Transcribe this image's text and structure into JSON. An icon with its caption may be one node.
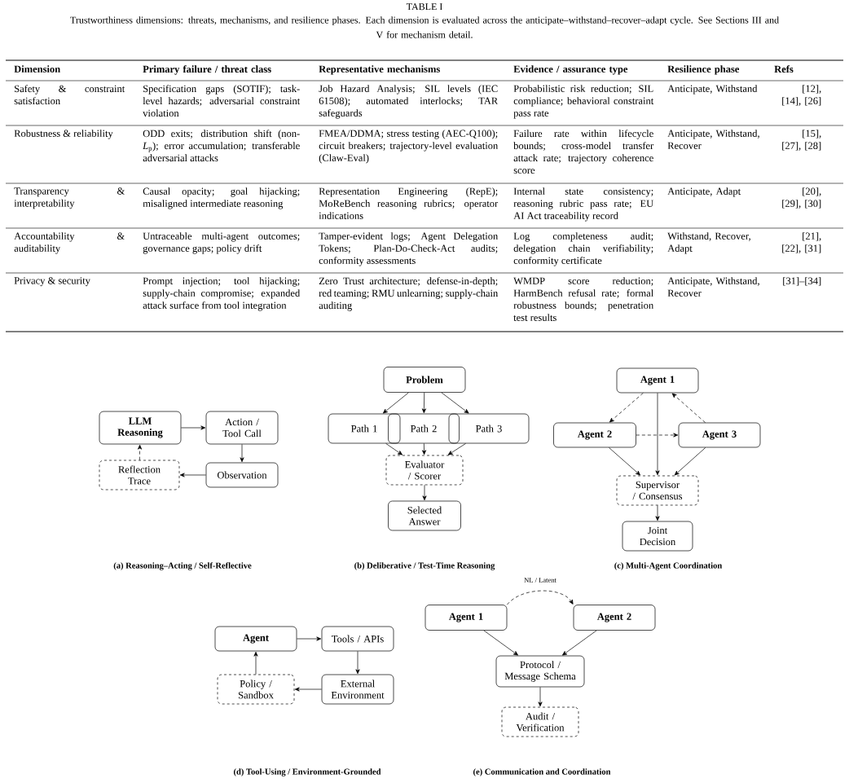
{
  "diagram": {
    "title": "TABLE I",
    "caption": "Trustworthiness dimensions: threats, mechanisms, and resilience phases. Each dimension is evaluated across the anticipate–withstand–recover–adapt cycle. See Sections III and V for mechanism detail.",
    "nodes": [
      {
        "text": [
          "LLM Reasoning"
        ]
      },
      {
        "text": [
          "Action / Tool Call"
        ]
      },
      {
        "text": [
          "Observation"
        ]
      },
      {
        "text": [
          "Reflection Trace"
        ]
      },
      {
        "text": [
          "Problem"
        ]
      },
      {
        "text": [
          "Path 1"
        ]
      },
      {
        "text": [
          "Path 2"
        ]
      },
      {
        "text": [
          "Path 3"
        ]
      },
      {
        "text": [
          "Evaluator / Scorer"
        ]
      },
      {
        "text": [
          "Selected Answer"
        ]
      },
      {
        "text": [
          "Agent 1"
        ]
      },
      {
        "text": [
          "Agent 2"
        ]
      },
      {
        "text": [
          "Agent 3"
        ]
      },
      {
        "text": [
          "Supervisor / Consensus"
        ]
      },
      {
        "text": [
          "Joint Decision"
        ]
      },
      {
        "text": [
          "Agent"
        ]
      },
      {
        "text": [
          "Tools / APIs"
        ]
      },
      {
        "text": [
          "Policy / Sandbox"
        ]
      },
      {
        "text": [
          "External Environment"
        ]
      },
      {
        "text": [
          "Agent 1"
        ]
      },
      {
        "text": [
          "Agent 2"
        ]
      },
      {
        "text": [
          "Protocol / Message Schema"
        ]
      },
      {
        "text": [
          "Audit / Verification"
        ]
      }
    ],
    "edges": [
      {
        "from": 0,
        "to": 1,
        "arrow": "to"
      },
      {
        "from": 1,
        "to": 2,
        "arrow": "to"
      },
      {
        "from": 2,
        "to": 3,
        "arrow": "to"
      },
      {
        "from": 3,
        "to": 0,
        "arrow": "to",
        "style": "dashed"
      },
      {
        "from": 4,
        "to": 5,
        "arrow": "to"
      },
      {
        "from": 4,
        "to": 6,
        "arrow": "to"
      },
      {
        "from": 4,
        "to": 7,
        "arrow": "to"
      },
      {
        "from": 5,
        "to": 8,
        "arrow": "to"
      },
      {
        "from": 6,
        "to": 8,
        "arrow": "to"
      },
      {
        "from": 7,
        "to": 8,
        "arrow": "to"
      },
      {
        "from": 8,
        "to": 9,
        "arrow": "to"
      },
      {
        "from": 10,
        "to": 11,
        "arrow": "to",
        "style": "dashed"
      },
      {
        "from": 12,
        "to": 10,
        "arrow": "to",
        "style": "dashed"
      },
      {
        "from": 10,
        "to": 13,
        "arrow": "to"
      },
      {
        "from": 11,
        "to": 12,
        "arrow": "to",
        "style": "dashed"
      },
      {
        "from": 11,
        "to": 13,
        "arrow": "to"
      },
      {
        "from": 12,
        "to": 13,
        "arrow": "to"
      },
      {
        "from": 13,
        "to": 14,
        "arrow": "to"
      },
      {
        "from": 15,
        "to": 16,
        "arrow": "to"
      },
      {
        "from": 16,
        "to": 18,
        "arrow": "to"
      },
      {
        "from": 18,
        "to": 17,
        "arrow": "to"
      },
      {
        "from": 17,
        "to": 15,
        "arrow": "to"
      },
      {
        "from": 19,
        "to": 20,
        "arrow": "to",
        "style": "dashed",
        "label": "NL / Latent"
      },
      {
        "from": 19,
        "to": 21,
        "arrow": "to"
      },
      {
        "from": 20,
        "to": 21,
        "arrow": "to"
      },
      {
        "from": 21,
        "to": 22,
        "arrow": "to"
      }
    ],
    "labels": [
      "Dimension",
      "Primary failure / threat class",
      "Representative mechanisms",
      "Evidence / assurance type",
      "Resilience phase",
      "Refs",
      "Safety & constraint satisfaction",
      "Specification gaps (SOTIF); task-level hazards; adversarial constraint violation",
      "Job Hazard Analysis; SIL levels (IEC 61508); automated interlocks; TAR safeguards",
      "Probabilistic risk reduction; SIL compliance; behavioral constraint pass rate",
      "Anticipate, Withstand",
      "[12], [14], [26]",
      "Robustness & reliability",
      "ODD exits; distribution shift (non-*L*$_{p}$); error accumulation; transferable adversarial attacks",
      "FMEA/DDMA; stress testing (AEC-Q100); circuit breakers; trajectory-level evaluation (Claw-Eval)",
      "Failure rate within lifecycle bounds; cross-model transfer attack rate; trajectory coherence score",
      "Anticipate, Withstand, Recover",
      "[15], [27], [28]",
      "Transparency & interpretability",
      "Causal opacity; goal hijacking; misaligned intermediate reasoning",
      "Representation Engineering (RepE); MoReBench reasoning rubrics; operator indications",
      "Internal state consistency; reasoning rubric pass rate; EU AI Act traceability record",
      "Anticipate, Adapt",
      "[20], [29], [30]",
      "Accountability & auditability",
      "Untraceable multi-agent outcomes; governance gaps; policy drift",
      "Tamper-evident logs; Agent Delegation Tokens; Plan-Do-Check-Act audits; conformity assessments",
      "Log completeness audit; delegation chain verifiability; conformity certificate",
      "Withstand, Recover, Adapt",
      "[21], [22], [31]",
      "Privacy & security",
      "Prompt injection; tool hijacking; supply-chain compromise; expanded attack surface from tool integration",
      "Zero Trust architecture; defense-in-depth; red teaming; RMU unlearning; supply-chain auditing",
      "WMDP score reduction; HarmBench refusal rate; formal robustness bounds; penetration test results",
      "Anticipate, Withstand, Recover",
      "[31]–[34]",
      "(a) Reasoning–Acting / Self-Reflective",
      "(b) Deliberative / Test-Time Reasoning",
      "(c) Multi-Agent Coordination",
      "(d) Tool-Using / Environment-Grounded",
      "(e) Communication and Coordination"
    ]
  }
}
